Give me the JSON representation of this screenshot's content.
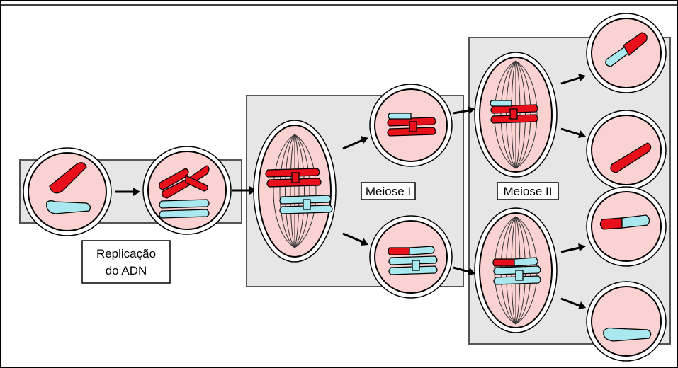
{
  "labels": {
    "replication_line1": "Replicação",
    "replication_line2": "do ADN",
    "meiosis_one": "Meiose I",
    "meiosis_two": "Meiose II"
  },
  "colors": {
    "maternal_chromosome": "#e8101a",
    "paternal_chromosome": "#a9e8ee",
    "cell_fill": "#fbd2d2",
    "panel_fill": "#e6e6e6"
  }
}
